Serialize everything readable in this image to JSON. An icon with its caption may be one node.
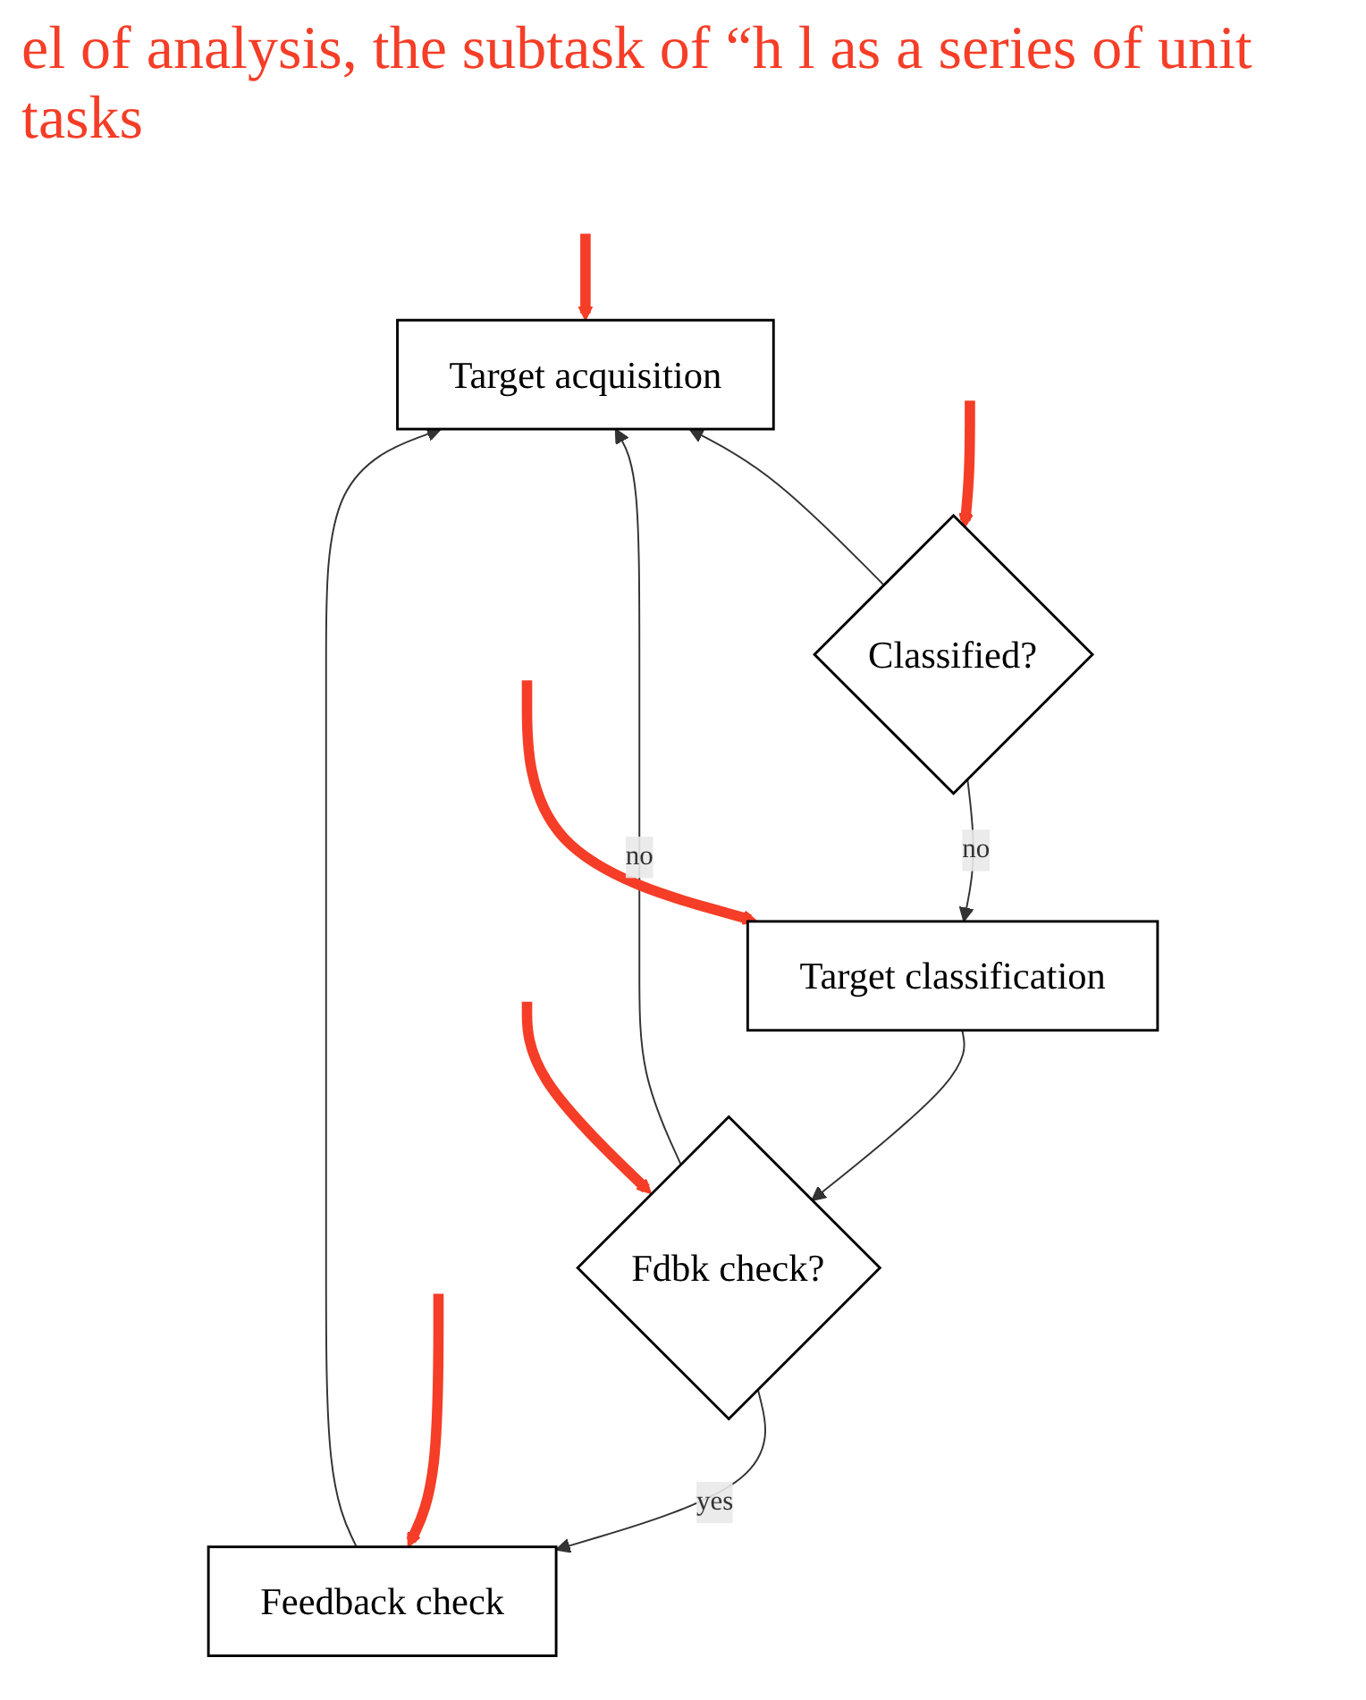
{
  "diagram": {
    "nodes": [
      {
        "text": [
          "Target acquisition"
        ]
      },
      {
        "text": [
          "Classified?"
        ]
      },
      {
        "text": [
          "Target classification"
        ]
      },
      {
        "text": [
          "Fdbk check?"
        ]
      },
      {
        "text": [
          "Feedback check"
        ]
      }
    ],
    "edges": [
      {
        "from": 4,
        "to": 0,
        "arrow": "to"
      },
      {
        "from": 1,
        "to": 0,
        "arrow": "to"
      },
      {
        "from": 1,
        "to": 2,
        "arrow": "to",
        "label": "no"
      },
      {
        "from": 2,
        "to": 3,
        "arrow": "to"
      },
      {
        "from": 3,
        "to": 0,
        "arrow": "to",
        "label": "no"
      },
      {
        "from": 3,
        "to": 4,
        "arrow": "to",
        "label": "yes"
      },
      {
        "from": null,
        "to": 0,
        "arrow": "to",
        "style": "thick",
        "color": "#f53d27"
      },
      {
        "from": null,
        "to": 1,
        "arrow": "to",
        "style": "thick",
        "color": "#f53d27"
      },
      {
        "from": null,
        "to": 2,
        "arrow": "to",
        "style": "thick",
        "color": "#f53d27"
      },
      {
        "from": null,
        "to": 3,
        "arrow": "to",
        "style": "thick",
        "color": "#f53d27"
      },
      {
        "from": null,
        "to": 4,
        "arrow": "to",
        "style": "thick",
        "color": "#f53d27"
      }
    ],
    "labels": [
      "el of analysis, the subtask of “h l as a series of unit tasks"
    ]
  }
}
